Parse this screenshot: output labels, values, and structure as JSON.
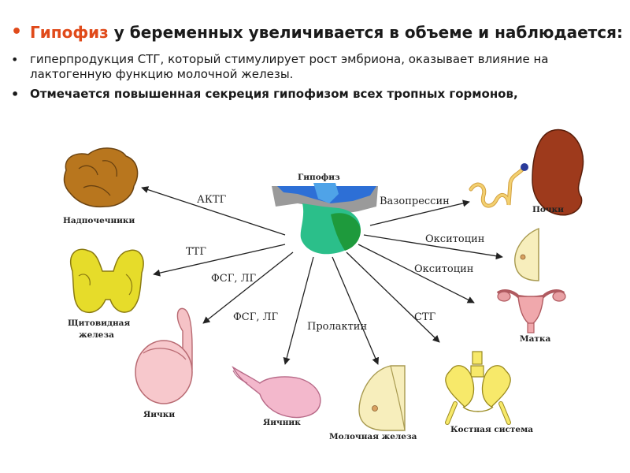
{
  "bullets": {
    "b1_highlight": "Гипофиз",
    "b1_text": " у беременных увеличивается в объеме и наблюдается:",
    "b2_text": "гиперпродукция СТГ, который стимулирует рост эмбриона, оказывает влияние на лактогенную функцию молочной железы.",
    "b3_text": "Отмечается повышенная секреция гипофизом всех тропных гормонов,"
  },
  "diagram": {
    "center_caption": "Гипофиз",
    "hormones": {
      "actg": "АКТГ",
      "ttg": "ТТГ",
      "fsg_testes": "ФСГ, ЛГ",
      "fsg_ovary": "ФСГ, ЛГ",
      "prolactin": "Пролактин",
      "stg": "СТГ",
      "vasopressin": "Вазопрессин",
      "oxytocin_breast": "Окситоцин",
      "oxytocin_uterus": "Окситоцин"
    },
    "organs": {
      "adrenal": "Надпочечники",
      "thyroid_1": "Щитовидная",
      "thyroid_2": "железа",
      "testes": "Яички",
      "ovary": "Яичник",
      "mammary": "Молочная железа",
      "skeleton": "Костная система",
      "uterus": "Матка",
      "kidneys": "Почки"
    }
  }
}
